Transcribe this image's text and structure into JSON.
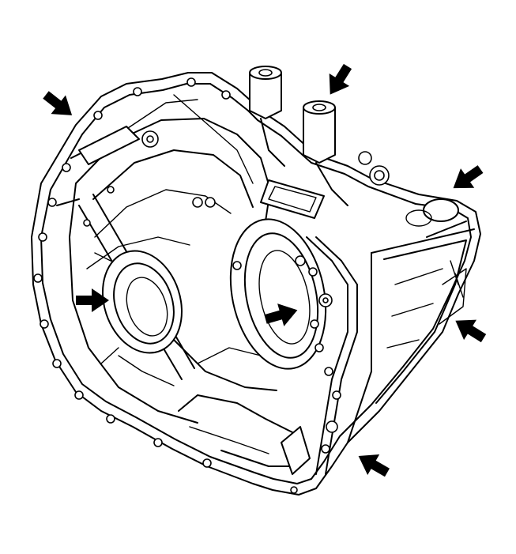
{
  "figure": {
    "subject": "transaxle-case",
    "line_color": "#000000",
    "background": "#ffffff"
  },
  "callouts": [
    {
      "id": "arrow-top-left",
      "icon": "arrow-icon"
    },
    {
      "id": "arrow-top-center",
      "icon": "arrow-icon"
    },
    {
      "id": "arrow-top-right",
      "icon": "arrow-icon"
    },
    {
      "id": "arrow-left-bore",
      "icon": "arrow-icon"
    },
    {
      "id": "arrow-center-passage",
      "icon": "arrow-icon"
    },
    {
      "id": "arrow-right-side",
      "icon": "arrow-icon"
    },
    {
      "id": "arrow-bottom-right",
      "icon": "arrow-icon"
    }
  ]
}
